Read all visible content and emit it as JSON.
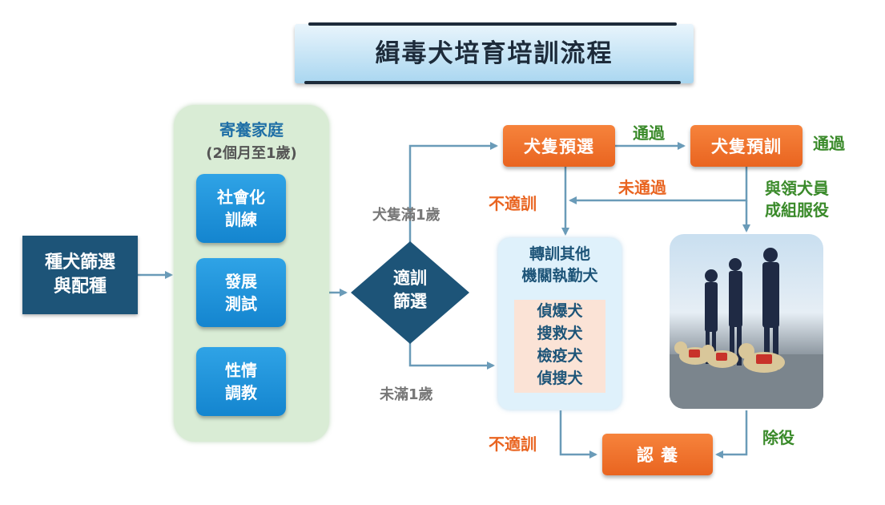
{
  "title": "緝毒犬培育培訓流程",
  "nodes": {
    "breeding": [
      "種犬篩選",
      "與配種"
    ],
    "foster_title": "寄養家庭",
    "foster_sub": "(2個月至1歲)",
    "foster_items": [
      {
        "line1": "社會化",
        "line2": "訓練"
      },
      {
        "line1": "發展",
        "line2": "測試"
      },
      {
        "line1": "性情",
        "line2": "調教"
      }
    ],
    "screening": [
      "適訓",
      "篩選"
    ],
    "preselect": "犬隻預選",
    "pretrain": "犬隻預訓",
    "transfer_title": [
      "轉訓其他",
      "機關執勤犬"
    ],
    "transfer_items": [
      "偵爆犬",
      "搜救犬",
      "檢疫犬",
      "偵搜犬"
    ],
    "adopt": "認 養"
  },
  "labels": {
    "over_one": "犬隻滿1歲",
    "under_one": "未滿1歲",
    "pass1": "通過",
    "pass2": "通過",
    "fail": "未通過",
    "unfit1": "不適訓",
    "unfit2": "不適訓",
    "team_line1": "與領犬員",
    "team_line2": "成組服役",
    "retire": "除役"
  },
  "colors": {
    "dark_blue": "#1d5478",
    "orange": "#e96420",
    "green": "#3a8a2a",
    "arrow": "#6a9bb8"
  }
}
